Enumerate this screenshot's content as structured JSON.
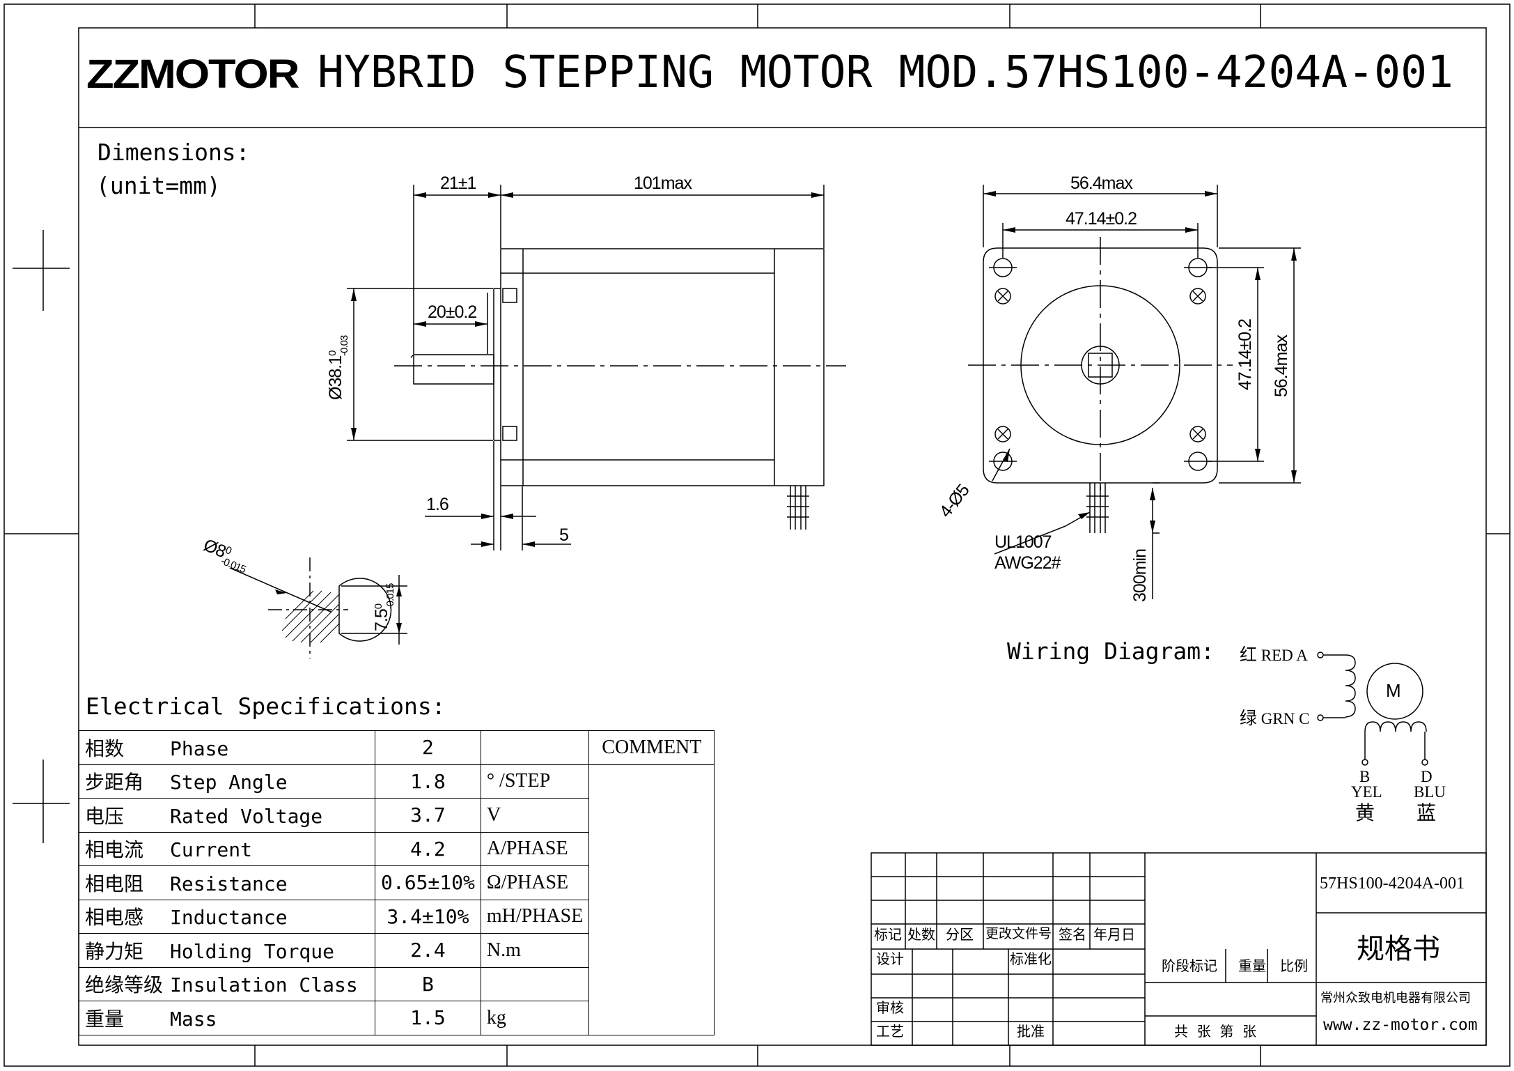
{
  "title": {
    "brand": "ZZMOTOR",
    "text": "HYBRID STEPPING MOTOR MOD.57HS100-4204A-001"
  },
  "dimensions": {
    "heading": "Dimensions:",
    "unit": "(unit=mm)",
    "side_view": {
      "front_length": "21±1",
      "body_length": "101max",
      "shaft_length": "20±0.2",
      "pilot_diameter": "Ø38.1",
      "pilot_tol_upper": "0",
      "pilot_tol_lower": "-0.03",
      "flange_thickness": "1.6",
      "pilot_depth": "5"
    },
    "front_view": {
      "overall_width": "56.4max",
      "hole_spacing_h": "47.14±0.2",
      "hole_spacing_v": "47.14±0.2",
      "overall_height": "56.4max",
      "holes": "4-Ø5",
      "cable_type": "UL1007",
      "cable_gauge": "AWG22#",
      "lead_length": "300min"
    },
    "shaft_section": {
      "diameter": "Ø8",
      "dia_tol_upper": "0",
      "dia_tol_lower": "-0.015",
      "flat": "7.5",
      "flat_tol_upper": "0",
      "flat_tol_lower": "-0.015"
    }
  },
  "electrical": {
    "heading": "Electrical Specifications:",
    "comment_header": "COMMENT",
    "rows": [
      {
        "zh": "相数",
        "en": "Phase",
        "value": "2",
        "unit": ""
      },
      {
        "zh": "步距角",
        "en": "Step Angle",
        "value": "1.8",
        "unit": "° /STEP"
      },
      {
        "zh": "电压",
        "en": "Rated Voltage",
        "value": "3.7",
        "unit": "V"
      },
      {
        "zh": "相电流",
        "en": "Current",
        "value": "4.2",
        "unit": "A/PHASE"
      },
      {
        "zh": "相电阻",
        "en": "Resistance",
        "value": "0.65±10%",
        "unit": "Ω/PHASE"
      },
      {
        "zh": "相电感",
        "en": "Inductance",
        "value": "3.4±10%",
        "unit": "mH/PHASE"
      },
      {
        "zh": "静力矩",
        "en": "Holding Torque",
        "value": "2.4",
        "unit": "N.m"
      },
      {
        "zh": "绝缘等级",
        "en": "Insulation Class",
        "value": "B",
        "unit": ""
      },
      {
        "zh": "重量",
        "en": "Mass",
        "value": "1.5",
        "unit": "kg"
      }
    ]
  },
  "wiring": {
    "heading": "Wiring Diagram:",
    "motor_symbol": "M",
    "red": {
      "zh": "红",
      "en": "RED",
      "pin": "A"
    },
    "grn": {
      "zh": "绿",
      "en": "GRN",
      "pin": "C"
    },
    "yel": {
      "zh": "黄",
      "en": "YEL",
      "pin": "B"
    },
    "blu": {
      "zh": "蓝",
      "en": "BLU",
      "pin": "D"
    }
  },
  "title_block": {
    "model": "57HS100-4204A-001",
    "doc_title": "规格书",
    "company": "常州众致电机电器有限公司",
    "website": "www.zz-motor.com",
    "rev_headers": [
      "标记",
      "处数",
      "分区",
      "更改文件号",
      "签名",
      "年月日"
    ],
    "design": "设计",
    "standardize": "标准化",
    "review": "审核",
    "process": "工艺",
    "approve": "批准",
    "stage_mark": "阶段标记",
    "weight": "重量",
    "scale": "比例",
    "sheets": "共  张  第  张"
  }
}
